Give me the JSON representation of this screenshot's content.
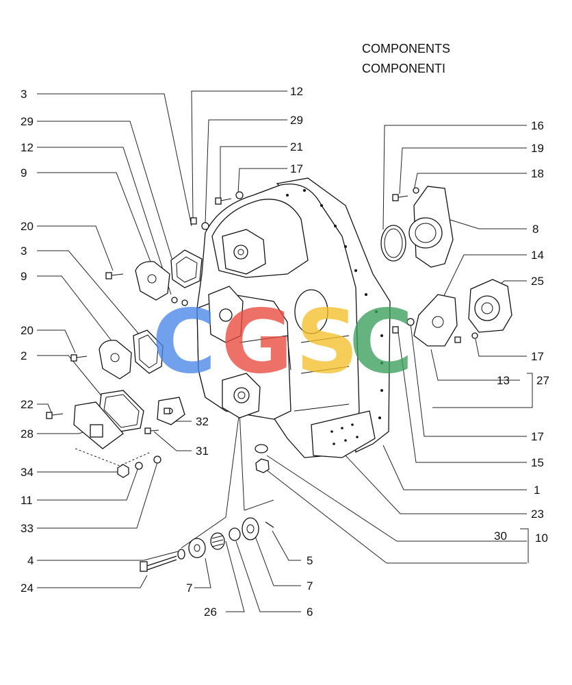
{
  "header": {
    "title_en": "COMPONENTS",
    "title_it": "COMPONENTI"
  },
  "watermark": {
    "letters": [
      "C",
      "G",
      "S",
      "C"
    ],
    "colors": [
      "#4a86e8",
      "#e84a3c",
      "#f3c02a",
      "#3a9e5c"
    ]
  },
  "callouts": {
    "l3a": "3",
    "l29": "29",
    "l12": "12",
    "l9a": "9",
    "l20a": "20",
    "l3b": "3",
    "l9b": "9",
    "l20b": "20",
    "l2": "2",
    "l22": "22",
    "l28": "28",
    "l34": "34",
    "l11": "11",
    "l33": "33",
    "l4": "4",
    "l24": "24",
    "t12": "12",
    "t29": "29",
    "t21": "21",
    "t17": "17",
    "r16": "16",
    "r19": "19",
    "r18": "18",
    "r8": "8",
    "r14": "14",
    "r25": "25",
    "r17a": "17",
    "r13": "13",
    "r27": "27",
    "r17b": "17",
    "r15": "15",
    "r1": "1",
    "r23": "23",
    "r30": "30",
    "r10": "10",
    "m32": "32",
    "m31": "31",
    "b7a": "7",
    "b26": "26",
    "b5": "5",
    "b7b": "7",
    "b6": "6"
  }
}
